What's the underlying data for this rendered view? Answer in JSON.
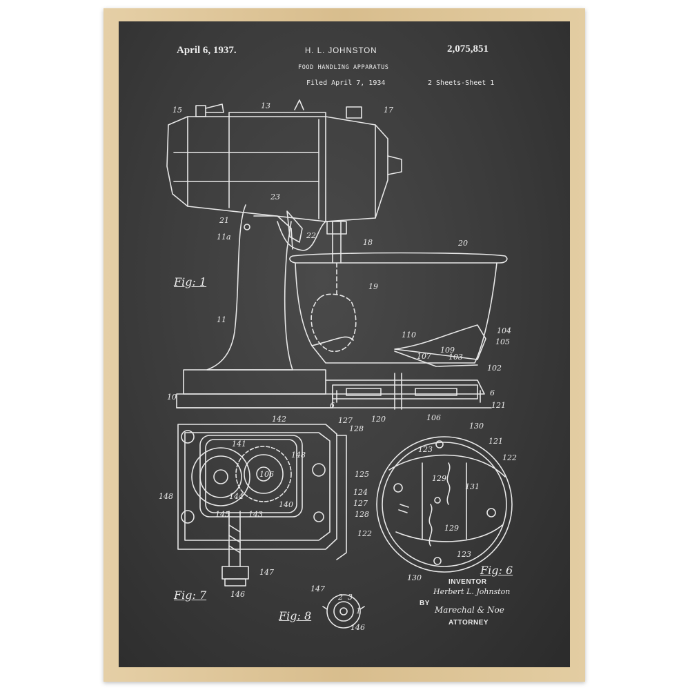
{
  "header": {
    "date": "April 6, 1937.",
    "inventor_name": "H. L. JOHNSTON",
    "patent_number": "2,075,851",
    "subject": "FOOD HANDLING APPARATUS",
    "filed": "Filed April 7, 1934",
    "sheets": "2 Sheets-Sheet 1"
  },
  "figures": {
    "fig1": "Fig: 1",
    "fig6": "Fig: 6",
    "fig7": "Fig: 7",
    "fig8": "Fig: 8"
  },
  "callouts": {
    "fig1": [
      "15",
      "13",
      "17",
      "23",
      "21",
      "11a",
      "22",
      "18",
      "20",
      "19",
      "11",
      "110",
      "104",
      "105",
      "109",
      "107",
      "103",
      "102",
      "10",
      "6",
      "6",
      "127",
      "128",
      "120",
      "106",
      "121"
    ],
    "fig7": [
      "142",
      "141",
      "148",
      "106",
      "148",
      "144",
      "140",
      "145",
      "143",
      "147",
      "146"
    ],
    "fig6": [
      "130",
      "121",
      "123",
      "122",
      "125",
      "129",
      "124",
      "131",
      "127",
      "128",
      "129",
      "122",
      "123",
      "130"
    ],
    "fig8": [
      "147",
      "2",
      "3",
      "1",
      "146"
    ]
  },
  "signatures": {
    "inventor_label": "INVENTOR",
    "inventor_signature": "Herbert L. Johnston",
    "by_label": "BY",
    "attorney_signature": "Marechal & Noe",
    "attorney_label": "ATTORNEY"
  },
  "colors": {
    "frame": "#d8bd8d",
    "chalkboard": "#3a3a3a",
    "chalk": "#ececec"
  }
}
